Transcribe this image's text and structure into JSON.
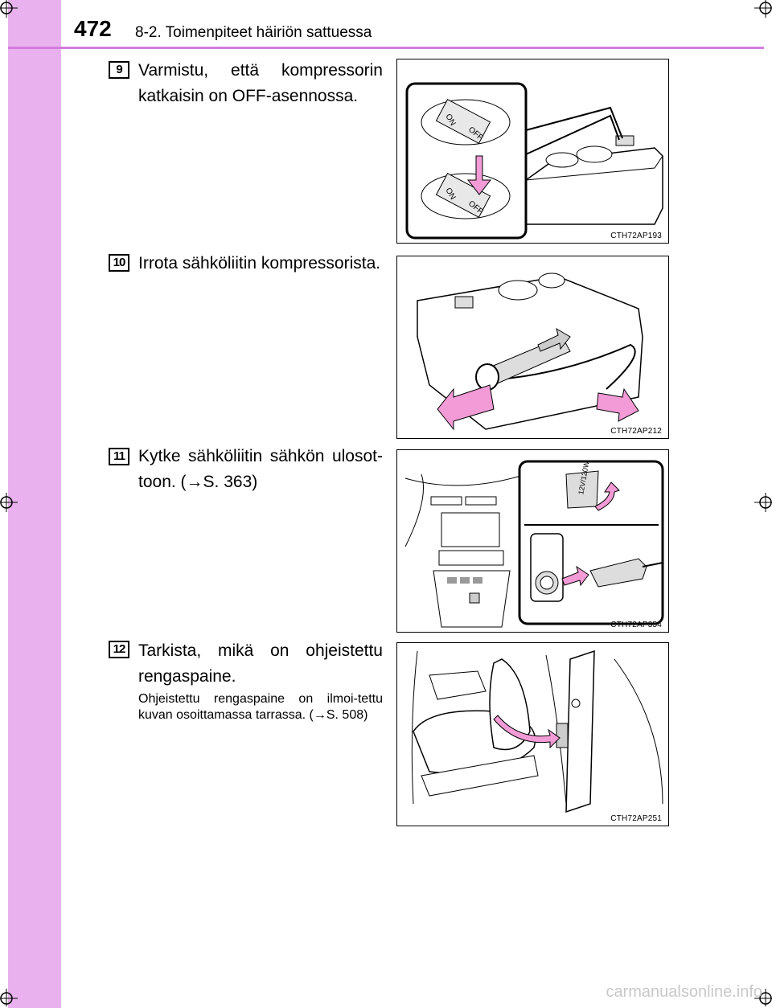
{
  "header": {
    "page_number": "472",
    "section_title": "8-2. Toimenpiteet häiriön sattuessa"
  },
  "steps": [
    {
      "number": "9",
      "text": "Varmistu, että kompressorin katkaisin on OFF-asennossa.",
      "figure": {
        "code": "CTH72AP193",
        "labels": [
          "ON",
          "OFF",
          "ON",
          "OFF"
        ]
      }
    },
    {
      "number": "10",
      "text": "Irrota sähköliitin kompressorista.",
      "figure": {
        "code": "CTH72AP212"
      }
    },
    {
      "number": "11",
      "text": "Kytke sähköliitin sähkön ulosot-toon. (→S. 363)",
      "figure": {
        "code": "CTH72AP354",
        "labels": [
          "12V/120W"
        ]
      }
    },
    {
      "number": "12",
      "text": "Tarkista, mikä on ohjeistettu rengaspaine.",
      "note": "Ohjeistettu rengaspaine on ilmoi-tettu kuvan osoittamassa tarrassa. (→S. 508)",
      "figure": {
        "code": "CTH72AP251"
      }
    }
  ],
  "watermark": "carmanualsonline.info",
  "colors": {
    "sidebar": "#e9b2ee",
    "rule": "#d27ddd",
    "arrow": "#f29bd6"
  }
}
